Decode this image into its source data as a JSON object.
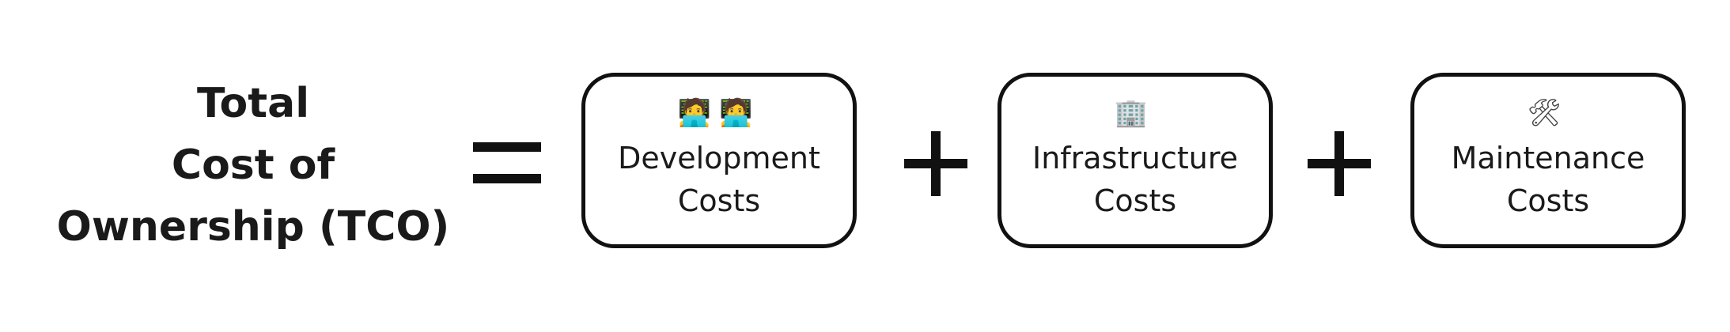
{
  "title": {
    "line1": "Total",
    "line2": "Cost of",
    "line3": "Ownership (TCO)"
  },
  "operators": {
    "equals": "=",
    "plus": "+"
  },
  "components": [
    {
      "icon": "🧑‍💻🧑‍💻",
      "icon_name": "developers-at-laptops-icon",
      "label_line1": "Development",
      "label_line2": "Costs"
    },
    {
      "icon": "🏢",
      "icon_name": "office-building-icon",
      "label_line1": "Infrastructure",
      "label_line2": "Costs"
    },
    {
      "icon": "🛠",
      "icon_name": "hammer-and-wrench-icon",
      "label_line1": "Maintenance",
      "label_line2": "Costs"
    }
  ]
}
